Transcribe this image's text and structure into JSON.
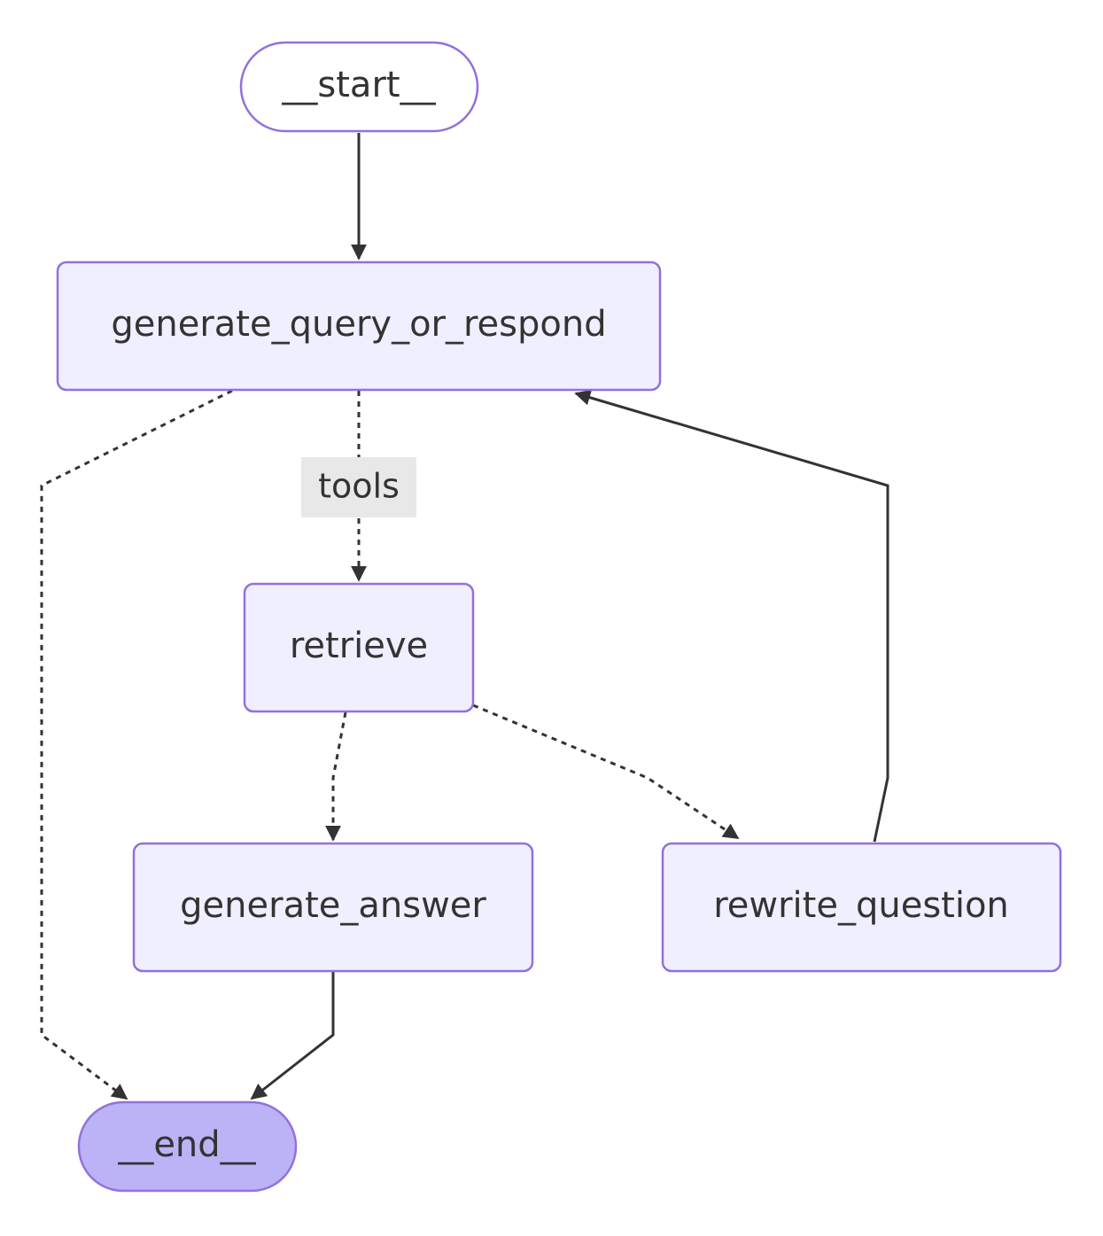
{
  "diagram": {
    "colors": {
      "node_fill": "#f0efff",
      "node_stroke": "#9370db",
      "end_fill": "#bcb3f7",
      "start_fill": "#ffffff",
      "edge": "#333333",
      "text": "#333333",
      "edge_label_bg": "#e8e8e8"
    },
    "nodes": {
      "start": "__start__",
      "generate_query_or_respond": "generate_query_or_respond",
      "retrieve": "retrieve",
      "generate_answer": "generate_answer",
      "rewrite_question": "rewrite_question",
      "end": "__end__"
    },
    "edges": [
      {
        "from": "__start__",
        "to": "generate_query_or_respond",
        "style": "solid"
      },
      {
        "from": "generate_query_or_respond",
        "to": "retrieve",
        "style": "dashed",
        "label": "tools"
      },
      {
        "from": "generate_query_or_respond",
        "to": "__end__",
        "style": "dashed"
      },
      {
        "from": "retrieve",
        "to": "generate_answer",
        "style": "dashed"
      },
      {
        "from": "retrieve",
        "to": "rewrite_question",
        "style": "dashed"
      },
      {
        "from": "rewrite_question",
        "to": "generate_query_or_respond",
        "style": "solid"
      },
      {
        "from": "generate_answer",
        "to": "__end__",
        "style": "solid"
      }
    ],
    "edge_labels": {
      "tools": "tools"
    }
  }
}
